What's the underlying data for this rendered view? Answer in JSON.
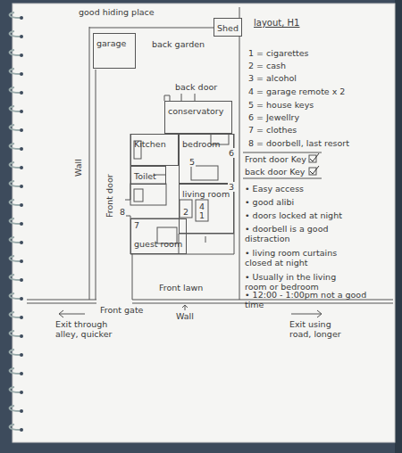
{
  "diagram": {
    "title": "layout, H1",
    "nodes": [
      {
        "text": [
          "garage"
        ]
      },
      {
        "text": [
          "Shed"
        ]
      },
      {
        "text": [
          "conservatory"
        ]
      },
      {
        "text": [
          "Kitchen"
        ]
      },
      {
        "text": [
          "bedroom"
        ]
      },
      {
        "text": [
          "Toilet"
        ]
      },
      {
        "text": [
          "living room"
        ]
      },
      {
        "text": [
          "guest room"
        ]
      }
    ],
    "labels": [
      "good hiding place",
      "back garden",
      "back door",
      "Wall",
      "Front door",
      "8",
      "7",
      "5",
      "6",
      "3",
      "2",
      "4",
      "1",
      "Front lawn",
      "Front gate",
      "Wall",
      "Exit through alley, quicker",
      "Exit using road, longer",
      "1 = cigarettes",
      "2 = cash",
      "3 = alcohol",
      "4 = garage remote x 2",
      "5 = house keys",
      "6 = Jewellry",
      "7 = clothes",
      "8 = doorbell, last resort",
      "Front door Key",
      "back door Key",
      "• Easy access",
      "• good alibi",
      "• doors locked at night",
      "• doorbell is a good distraction",
      "• living room curtains closed at night",
      "• Usually in the living room or bedroom",
      "• 12:00 - 1:00pm not a good time"
    ]
  }
}
